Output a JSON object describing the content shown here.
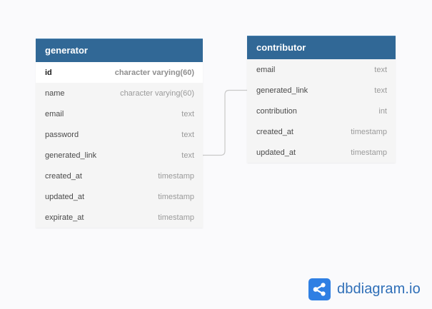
{
  "tables": [
    {
      "title": "generator",
      "fields": [
        {
          "name": "id",
          "type": "character varying(60)",
          "pk": true
        },
        {
          "name": "name",
          "type": "character varying(60)"
        },
        {
          "name": "email",
          "type": "text"
        },
        {
          "name": "password",
          "type": "text"
        },
        {
          "name": "generated_link",
          "type": "text"
        },
        {
          "name": "created_at",
          "type": "timestamp"
        },
        {
          "name": "updated_at",
          "type": "timestamp"
        },
        {
          "name": "expirate_at",
          "type": "timestamp"
        }
      ]
    },
    {
      "title": "contributor",
      "fields": [
        {
          "name": "email",
          "type": "text"
        },
        {
          "name": "generated_link",
          "type": "text"
        },
        {
          "name": "contribution",
          "type": "int"
        },
        {
          "name": "created_at",
          "type": "timestamp"
        },
        {
          "name": "updated_at",
          "type": "timestamp"
        }
      ]
    }
  ],
  "relations": [
    {
      "from_table": "generator",
      "from_field": "generated_link",
      "to_table": "contributor",
      "to_field": "generated_link"
    }
  ],
  "brand": {
    "text": "dbdiagram.io",
    "icon": "share-nodes-icon"
  },
  "colors": {
    "header": "#316896",
    "table_body": "#f5f5f5",
    "pk_row": "#ffffff",
    "link": "#c8c8c8",
    "brand": "#2f7fe3"
  }
}
